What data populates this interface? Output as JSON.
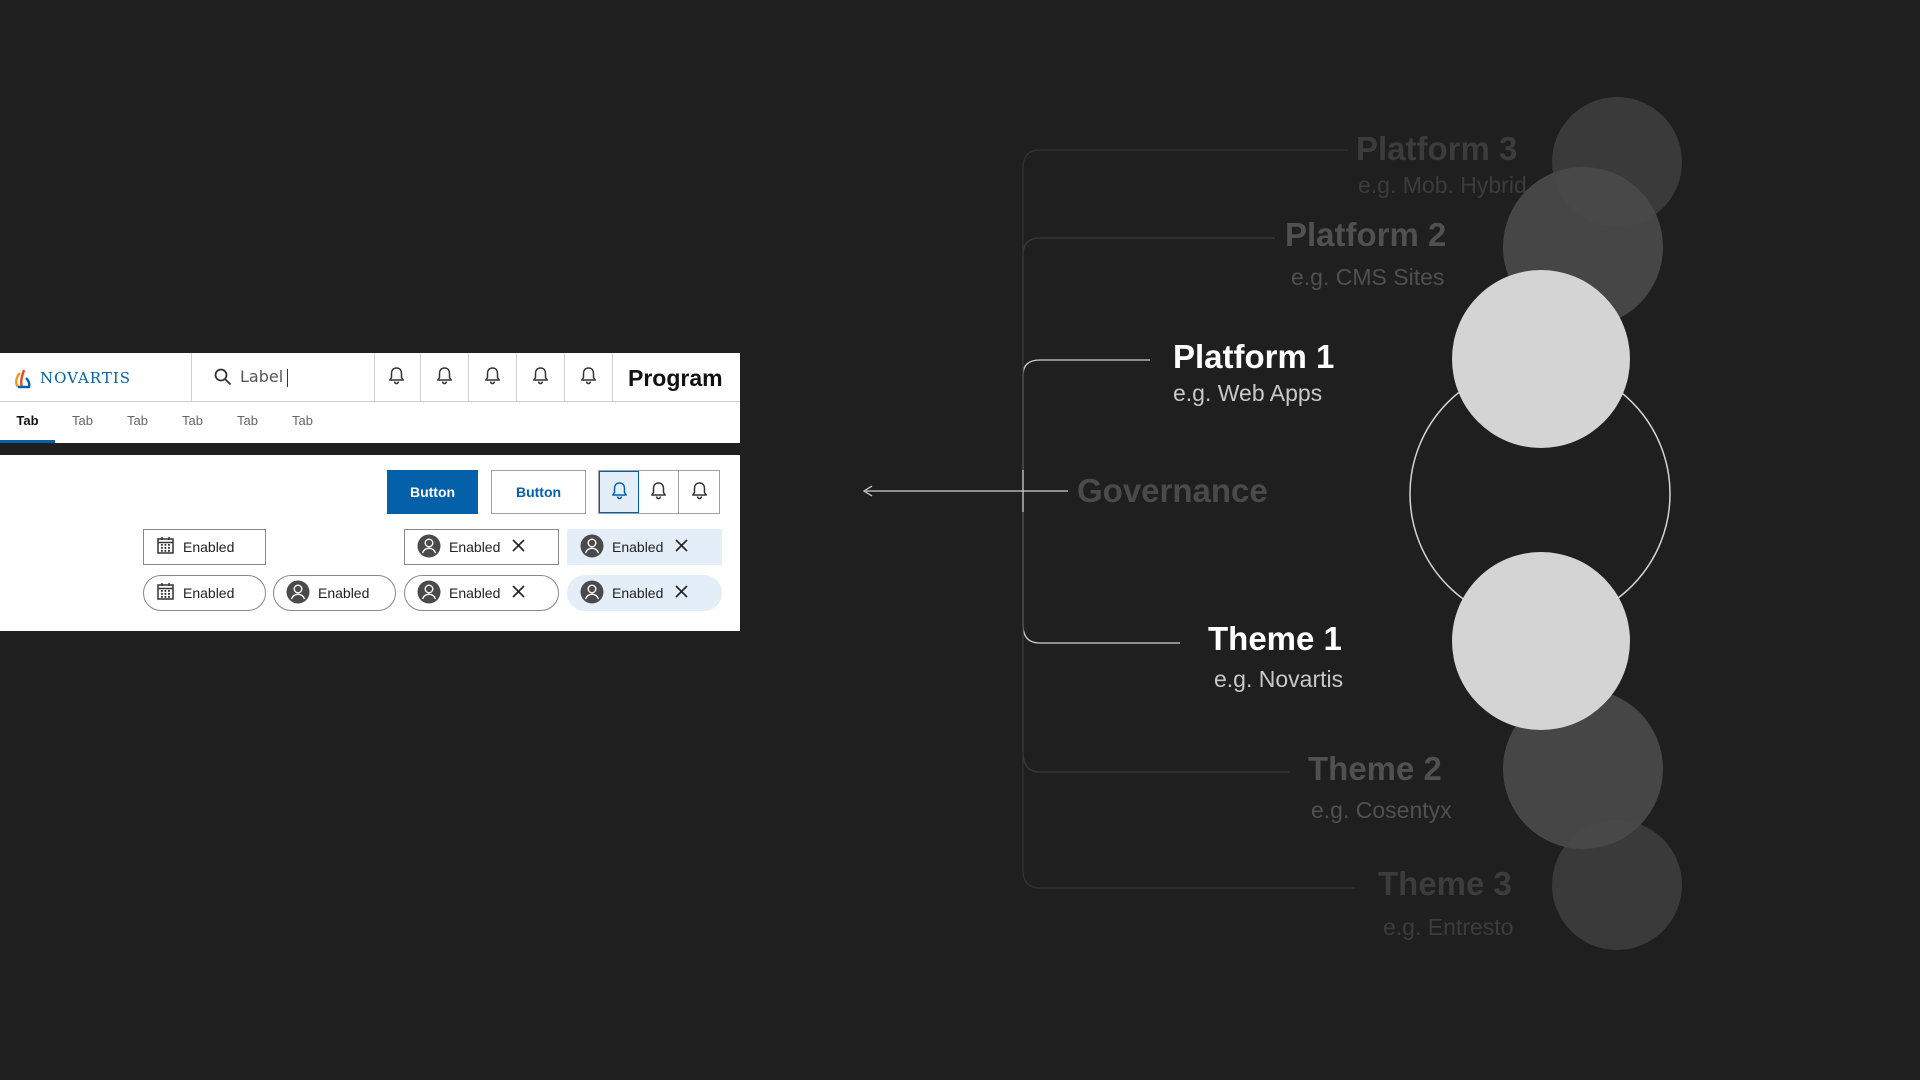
{
  "header": {
    "brand": "NOVARTIS",
    "search_value": "Label",
    "program_label": "Program"
  },
  "tabs": [
    {
      "label": "Tab",
      "active": true
    },
    {
      "label": "Tab",
      "active": false
    },
    {
      "label": "Tab",
      "active": false
    },
    {
      "label": "Tab",
      "active": false
    },
    {
      "label": "Tab",
      "active": false
    },
    {
      "label": "Tab",
      "active": false
    }
  ],
  "buttons": {
    "primary_label": "Button",
    "secondary_label": "Button"
  },
  "chips": {
    "label": "Enabled"
  },
  "diagram": {
    "center": {
      "title": "Governance"
    },
    "nodes": [
      {
        "id": "platform-3",
        "title": "Platform 3",
        "subtitle": "e.g. Mob. Hybrid"
      },
      {
        "id": "platform-2",
        "title": "Platform 2",
        "subtitle": "e.g. CMS Sites"
      },
      {
        "id": "platform-1",
        "title": "Platform 1",
        "subtitle": "e.g. Web Apps"
      },
      {
        "id": "theme-1",
        "title": "Theme 1",
        "subtitle": "e.g. Novartis"
      },
      {
        "id": "theme-2",
        "title": "Theme 2",
        "subtitle": "e.g. Cosentyx"
      },
      {
        "id": "theme-3",
        "title": "Theme 3",
        "subtitle": "e.g. Entresto"
      }
    ]
  },
  "colors": {
    "background": "#1f1f1f",
    "brand_blue": "#0460a9",
    "chip_fill": "#e3eef8",
    "active_text": "#ffffff",
    "dim_text": "#3c3c3c"
  }
}
